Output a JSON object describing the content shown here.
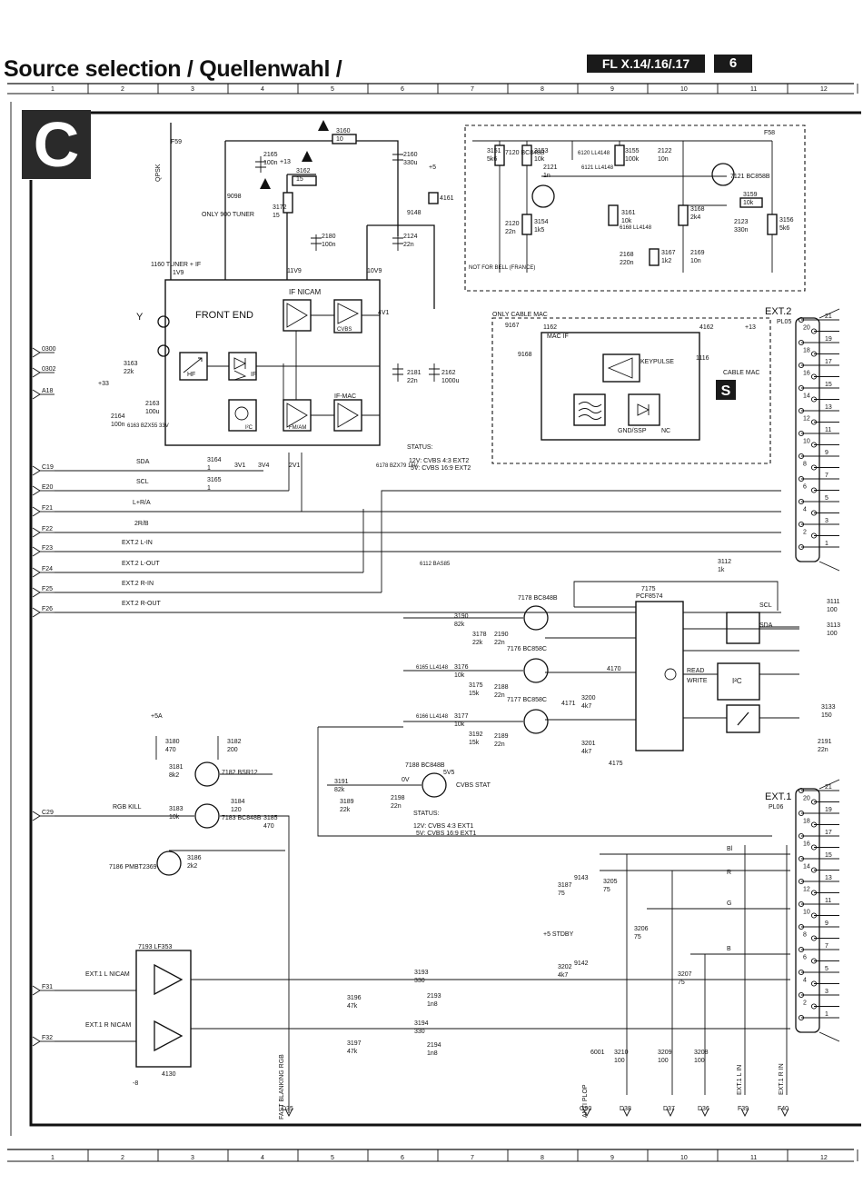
{
  "header": {
    "title": "Source selection / Quellenwahl /",
    "model": "FL X.14/.16/.17",
    "page": "6",
    "section": "C"
  },
  "grid_columns": [
    "1",
    "2",
    "3",
    "4",
    "5",
    "6",
    "7",
    "8",
    "9",
    "10",
    "11",
    "12"
  ],
  "left_signals": [
    "0300",
    "0302",
    "A18",
    "C19",
    "E20",
    "F21",
    "F22",
    "F23",
    "F24",
    "F25",
    "F26",
    "C29",
    "F31",
    "F32"
  ],
  "bottom_signals": [
    "G90",
    "D38",
    "D37",
    "D36",
    "F39",
    "F40",
    "D35"
  ],
  "top_signals": [
    "F59",
    "F58"
  ],
  "blocks": {
    "front_end": "FRONT END",
    "if_nicam": "IF NICAM",
    "if_mac": "IF-MAC",
    "hf": "HF",
    "if": "IF",
    "fm_am": "FM/AM",
    "cvbs": "CVBS",
    "i2c": "I²C",
    "keypulse": "KEYPULSE",
    "gnd_ssp": "GND/SSP",
    "nc": "NC",
    "read": "READ",
    "write": "WRITE",
    "scl": "SCL",
    "sda": "SDA"
  },
  "connectors": {
    "ext2": "EXT.2",
    "pl05": "PL05",
    "ext1": "EXT.1",
    "pl06": "PL06",
    "cable_mac": "CABLE MAC",
    "s_badge": "S",
    "connector_pins": [
      "21",
      "20",
      "19",
      "18",
      "17",
      "16",
      "15",
      "14",
      "13",
      "12",
      "11",
      "10",
      "9",
      "8",
      "7",
      "6",
      "5",
      "4",
      "3",
      "2",
      "1"
    ]
  },
  "notes": {
    "only_900_tuner": "ONLY 900 TUNER",
    "not_for": "NOT FOR BELL (FRANCE)",
    "only_cable_mac": "ONLY CABLE MAC",
    "mac_if": "MAC IF",
    "status_top": "STATUS:",
    "status_top_1": "12V: CVBS 4:3 EXT2",
    "status_top_2": "5V: CVBS 16:9 EXT2",
    "status_bottom": "STATUS:",
    "status_bottom_1": "12V: CVBS 4:3 EXT1",
    "status_bottom_2": "5V: CVBS 16:9 EXT1",
    "cvbs_stat": "CVBS STAT"
  },
  "wire_labels": {
    "sda": "SDA",
    "scl": "SCL",
    "l_ra": "L+R/A",
    "r2b": "2R/B",
    "ext2_l_in": "EXT.2 L-IN",
    "ext2_l_out": "EXT.2 L-OUT",
    "ext2_r_in": "EXT.2 R-IN",
    "ext2_r_out": "EXT.2 R-OUT",
    "rgb_kill": "RGB KILL",
    "ext1_l_nicam": "EXT.1 L NICAM",
    "ext1_r_nicam": "EXT.1 R NICAM",
    "fast_blanking": "FAST BLANKING RGB",
    "anti_plop": "ANTI PLOP",
    "stby": "+5 STDBY",
    "ext1_l_in": "EXT.1 L IN",
    "ext1_r_in": "EXT.1 R IN",
    "qpsk": "QPSK",
    "tuner_if": "1160 TUNER + IF",
    "bl": "Bl",
    "r": "R",
    "g": "G",
    "b": "B"
  },
  "ics": {
    "i7175": "7175",
    "i7175_part": "PCF8574",
    "i7193": "7193 LF353",
    "i1162": "1162",
    "i1116": "1116"
  },
  "transistors": {
    "t7121": "7121 BC858B",
    "t7120": "7120 BC848B",
    "t7178": "7178 BC848B",
    "t7176": "7176 BC858C",
    "t7177": "7177 BC858C",
    "t7188": "7188 BC848B",
    "t7182": "7182 BSR12",
    "t7183": "7183 BC848B",
    "t7186": "7186 PMBT2369"
  },
  "diodes": {
    "d6120": "6120 LL4148",
    "d6121": "6121 LL4148",
    "d6168": "6168 LL4148",
    "d6163": "6163 BZX55 33V",
    "d6178": "6178 BZX79 15V",
    "d6112": "6112 BAS85",
    "d6165": "6165 LL4148",
    "d6166": "6166 LL4148"
  },
  "resistors": [
    {
      "ref": "3160",
      "val": "10"
    },
    {
      "ref": "3162",
      "val": "15"
    },
    {
      "ref": "3172",
      "val": "15"
    },
    {
      "ref": "3163",
      "val": "22k"
    },
    {
      "ref": "3164",
      "val": "1"
    },
    {
      "ref": "3165",
      "val": "1"
    },
    {
      "ref": "3151",
      "val": "5k6"
    },
    {
      "ref": "3153",
      "val": "10k"
    },
    {
      "ref": "3155",
      "val": "100k"
    },
    {
      "ref": "3159",
      "val": "10k"
    },
    {
      "ref": "3156",
      "val": "5k6"
    },
    {
      "ref": "3154",
      "val": "1k5"
    },
    {
      "ref": "3161",
      "val": "10k"
    },
    {
      "ref": "3168",
      "val": "2k4"
    },
    {
      "ref": "3167",
      "val": "1k2"
    },
    {
      "ref": "3112",
      "val": "1k"
    },
    {
      "ref": "3190",
      "val": "82k"
    },
    {
      "ref": "3178",
      "val": "22k"
    },
    {
      "ref": "3176",
      "val": "10k"
    },
    {
      "ref": "3175",
      "val": "15k"
    },
    {
      "ref": "3177",
      "val": "10k"
    },
    {
      "ref": "3192",
      "val": "15k"
    },
    {
      "ref": "3200",
      "val": "4k7"
    },
    {
      "ref": "3201",
      "val": "4k7"
    },
    {
      "ref": "3191",
      "val": "82k"
    },
    {
      "ref": "3189",
      "val": "22k"
    },
    {
      "ref": "3180",
      "val": "470"
    },
    {
      "ref": "3182",
      "val": "200"
    },
    {
      "ref": "3181",
      "val": "8k2"
    },
    {
      "ref": "3184",
      "val": "120"
    },
    {
      "ref": "3183",
      "val": "10k"
    },
    {
      "ref": "3185",
      "val": "470"
    },
    {
      "ref": "3186",
      "val": "2k2"
    },
    {
      "ref": "3133",
      "val": "150"
    },
    {
      "ref": "3187",
      "val": "75"
    },
    {
      "ref": "3205",
      "val": "75"
    },
    {
      "ref": "3206",
      "val": "75"
    },
    {
      "ref": "3207",
      "val": "75"
    },
    {
      "ref": "3202",
      "val": "4k7"
    },
    {
      "ref": "3193",
      "val": "330"
    },
    {
      "ref": "3194",
      "val": "330"
    },
    {
      "ref": "3196",
      "val": "47k"
    },
    {
      "ref": "3197",
      "val": "47k"
    },
    {
      "ref": "3210",
      "val": "100"
    },
    {
      "ref": "3209",
      "val": "100"
    },
    {
      "ref": "3208",
      "val": "100"
    },
    {
      "ref": "3111",
      "val": "100"
    },
    {
      "ref": "3113",
      "val": "100"
    }
  ],
  "capacitors": [
    {
      "ref": "2165",
      "val": "100n"
    },
    {
      "ref": "2160",
      "val": "330u"
    },
    {
      "ref": "2180",
      "val": "100n"
    },
    {
      "ref": "2124",
      "val": "22n"
    },
    {
      "ref": "2181",
      "val": "22n"
    },
    {
      "ref": "2162",
      "val": "1000u"
    },
    {
      "ref": "2164",
      "val": "100n"
    },
    {
      "ref": "2163",
      "val": "100u"
    },
    {
      "ref": "2121",
      "val": "1n"
    },
    {
      "ref": "2122",
      "val": "10n"
    },
    {
      "ref": "2120",
      "val": "22n"
    },
    {
      "ref": "2123",
      "val": "330n"
    },
    {
      "ref": "2168",
      "val": "220n"
    },
    {
      "ref": "2169",
      "val": "10n"
    },
    {
      "ref": "2190",
      "val": "22n"
    },
    {
      "ref": "2188",
      "val": "22n"
    },
    {
      "ref": "2189",
      "val": "22n"
    },
    {
      "ref": "2198",
      "val": "22n"
    },
    {
      "ref": "2191",
      "val": "22n"
    },
    {
      "ref": "2193",
      "val": "1n8"
    },
    {
      "ref": "2194",
      "val": "1n8"
    }
  ],
  "test_points": [
    "9098",
    "9148",
    "9167",
    "9168",
    "9143",
    "9142",
    "4161",
    "4162",
    "4170",
    "4171",
    "4175",
    "4130",
    "6001"
  ],
  "voltages": [
    "+13",
    "+5",
    "+33",
    "+5A",
    "-8",
    "1V9",
    "11V9",
    "10V9",
    "4V1",
    "3V1",
    "3V4",
    "2V1",
    "5V5",
    "0V",
    "+13"
  ]
}
